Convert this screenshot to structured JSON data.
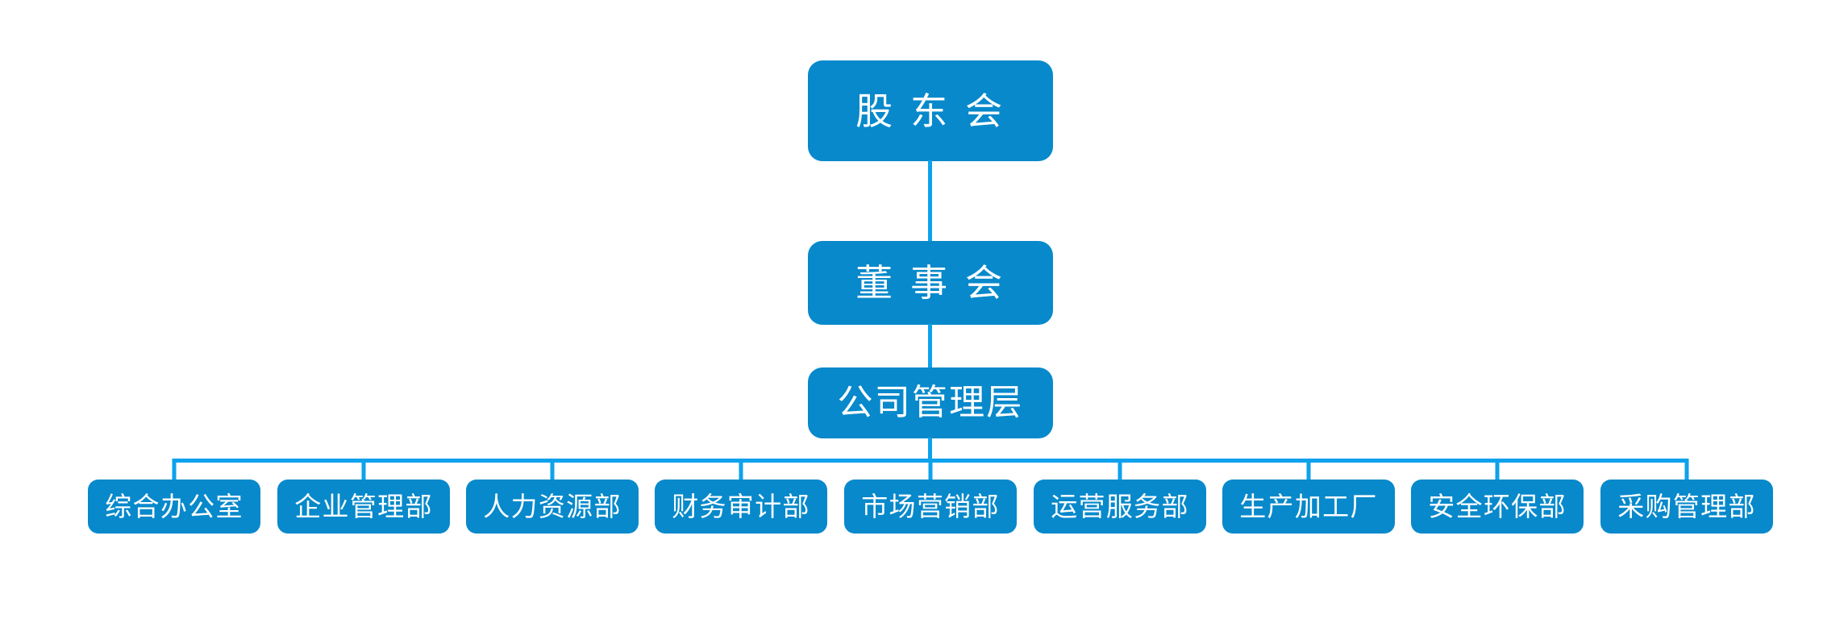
{
  "diagram": {
    "type": "org-chart",
    "colors": {
      "node_fill": "#0889CB",
      "connector": "#0DA2EC",
      "node_text": "#FFFFFF",
      "background": "#FFFFFF"
    },
    "hierarchy": {
      "levels": [
        {
          "label": "股 东 会"
        },
        {
          "label": "董 事 会"
        },
        {
          "label": "公司管理层"
        }
      ],
      "departments": [
        {
          "label": "综合办公室"
        },
        {
          "label": "企业管理部"
        },
        {
          "label": "人力资源部"
        },
        {
          "label": "财务审计部"
        },
        {
          "label": "市场营销部"
        },
        {
          "label": "运营服务部"
        },
        {
          "label": "生产加工厂"
        },
        {
          "label": "安全环保部"
        },
        {
          "label": "采购管理部"
        }
      ]
    }
  }
}
